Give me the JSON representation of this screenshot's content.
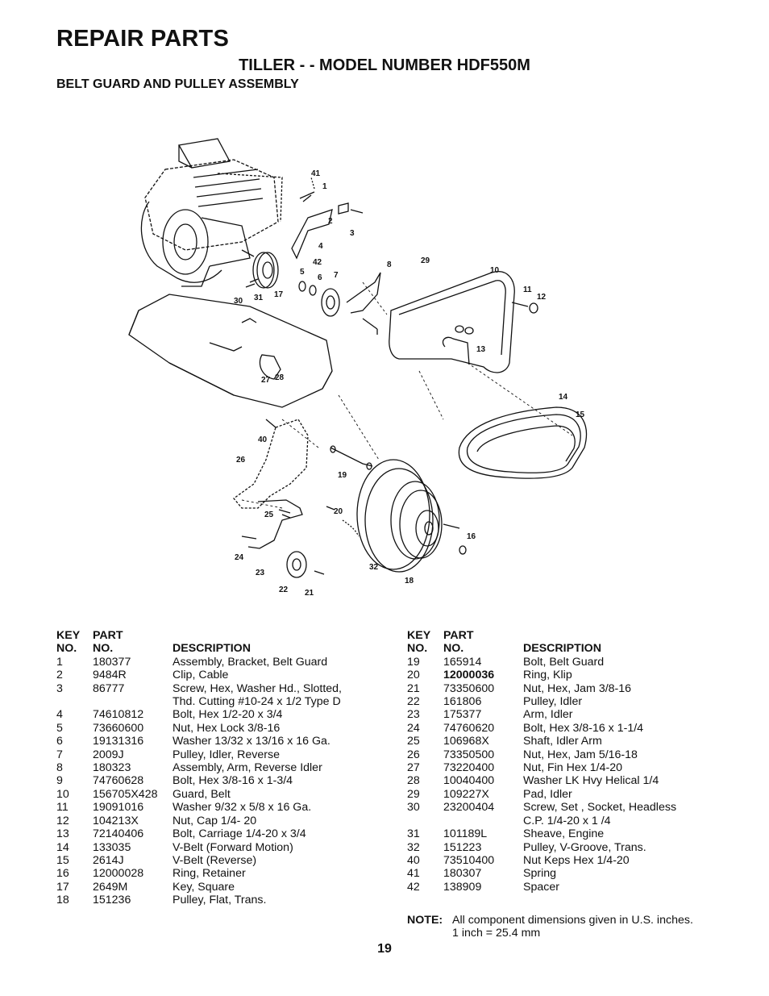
{
  "header": {
    "title": "REPAIR PARTS",
    "subtitle": "TILLER - - MODEL NUMBER HDF550M",
    "section": "BELT GUARD AND PULLEY ASSEMBLY"
  },
  "table_headers": {
    "key_line1": "KEY",
    "key_line2": "NO.",
    "part_line1": "PART",
    "part_line2": "NO.",
    "description": "DESCRIPTION"
  },
  "parts_left": [
    {
      "key": "1",
      "part": "180377",
      "desc": [
        "Assembly, Bracket, Belt Guard"
      ]
    },
    {
      "key": "2",
      "part": "9484R",
      "desc": [
        "Clip, Cable"
      ]
    },
    {
      "key": "3",
      "part": "86777",
      "desc": [
        "Screw, Hex, Washer Hd., Slotted,",
        "Thd. Cutting   #10-24 x 1/2 Type D"
      ]
    },
    {
      "key": "4",
      "part": "74610812",
      "desc": [
        "Bolt, Hex  1/2-20 x 3/4"
      ]
    },
    {
      "key": "5",
      "part": "73660600",
      "desc": [
        "Nut, Hex Lock 3/8-16"
      ]
    },
    {
      "key": "6",
      "part": "19131316",
      "desc": [
        "Washer  13/32 x 13/16 x 16 Ga."
      ]
    },
    {
      "key": "7",
      "part": "2009J",
      "desc": [
        "Pulley, Idler, Reverse"
      ]
    },
    {
      "key": "8",
      "part": "180323",
      "desc": [
        "Assembly, Arm, Reverse Idler"
      ]
    },
    {
      "key": "9",
      "part": "74760628",
      "desc": [
        "Bolt, Hex  3/8-16 x 1-3/4"
      ]
    },
    {
      "key": "10",
      "part": "156705X428",
      "desc": [
        "Guard, Belt"
      ]
    },
    {
      "key": "11",
      "part": "19091016",
      "desc": [
        "Washer  9/32 x 5/8 x 16 Ga."
      ]
    },
    {
      "key": "12",
      "part": "104213X",
      "desc": [
        "Nut, Cap  1/4- 20"
      ]
    },
    {
      "key": "13",
      "part": "72140406",
      "desc": [
        "Bolt, Carriage  1/4-20 x  3/4"
      ]
    },
    {
      "key": "14",
      "part": "133035",
      "desc": [
        "V-Belt (Forward Motion)"
      ]
    },
    {
      "key": "15",
      "part": "2614J",
      "desc": [
        "V-Belt (Reverse)"
      ]
    },
    {
      "key": "16",
      "part": "12000028",
      "desc": [
        "Ring, Retainer"
      ]
    },
    {
      "key": "17",
      "part": "2649M",
      "desc": [
        "Key, Square"
      ]
    },
    {
      "key": "18",
      "part": "151236",
      "desc": [
        "Pulley, Flat, Trans."
      ]
    }
  ],
  "parts_right": [
    {
      "key": "19",
      "part": "165914",
      "desc": [
        "Bolt, Belt Guard"
      ]
    },
    {
      "key": "20",
      "part": "12000036",
      "bold": true,
      "desc": [
        "Ring, Klip"
      ]
    },
    {
      "key": "21",
      "part": "73350600",
      "desc": [
        "Nut, Hex, Jam  3/8-16"
      ]
    },
    {
      "key": "22",
      "part": "161806",
      "desc": [
        "Pulley, Idler"
      ]
    },
    {
      "key": "23",
      "part": "175377",
      "desc": [
        "Arm, Idler"
      ]
    },
    {
      "key": "24",
      "part": "74760620",
      "desc": [
        "Bolt, Hex   3/8-16 x  1-1/4"
      ]
    },
    {
      "key": "25",
      "part": "106968X",
      "desc": [
        "Shaft, Idler Arm"
      ]
    },
    {
      "key": "26",
      "part": "73350500",
      "desc": [
        "Nut, Hex, Jam  5/16-18"
      ]
    },
    {
      "key": "27",
      "part": "73220400",
      "desc": [
        "Nut, Fin Hex 1/4-20"
      ]
    },
    {
      "key": "28",
      "part": "10040400",
      "desc": [
        "Washer LK Hvy Helical 1/4"
      ]
    },
    {
      "key": "29",
      "part": "109227X",
      "desc": [
        "Pad, Idler"
      ]
    },
    {
      "key": "30",
      "part": "23200404",
      "desc": [
        "Screw, Set , Socket, Headless",
        "C.P.  1/4-20 x 1 /4"
      ]
    },
    {
      "key": "31",
      "part": "101189L",
      "desc": [
        "Sheave, Engine"
      ]
    },
    {
      "key": "32",
      "part": "151223",
      "desc": [
        "Pulley, V-Groove, Trans."
      ]
    },
    {
      "key": "40",
      "part": "73510400",
      "desc": [
        "Nut Keps Hex 1/4-20"
      ]
    },
    {
      "key": "41",
      "part": "180307",
      "desc": [
        "Spring"
      ]
    },
    {
      "key": "42",
      "part": "138909",
      "desc": [
        "Spacer"
      ]
    }
  ],
  "note": {
    "label": "NOTE:",
    "line1": "All component dimensions given in U.S. inches.",
    "line2": "1 inch = 25.4 mm"
  },
  "page_number": "19",
  "callouts": [
    "41",
    "1",
    "2",
    "3",
    "4",
    "5",
    "42",
    "6",
    "7",
    "8",
    "29",
    "10",
    "11",
    "12",
    "13",
    "17",
    "30",
    "31",
    "27",
    "28",
    "14",
    "15",
    "40",
    "26",
    "19",
    "25",
    "20",
    "24",
    "23",
    "22",
    "21",
    "32",
    "18",
    "16"
  ]
}
